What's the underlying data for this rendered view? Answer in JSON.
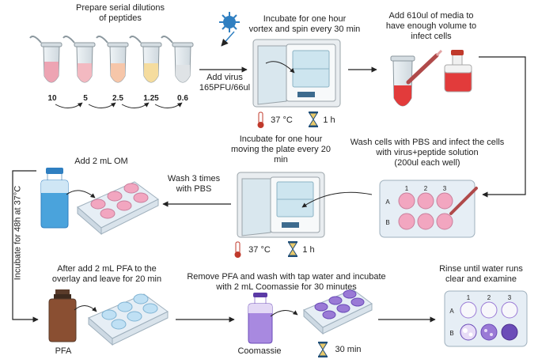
{
  "steps": {
    "dilutions": {
      "title_l1": "Prepare serial dilutions",
      "title_l2": "of peptides",
      "concentrations": [
        "10",
        "5",
        "2.5",
        "1.25",
        "0.6"
      ]
    },
    "virus": {
      "label_l1": "Add virus",
      "label_l2": "165PFU/66ul"
    },
    "incubate1": {
      "title_l1": "Incubate for one hour",
      "title_l2": "vortex and spin every 30 min",
      "temp": "37 °C",
      "time": "1 h"
    },
    "media": {
      "title_l1": "Add 610ul of media to",
      "title_l2": "have enough volume to",
      "title_l3": "infect cells"
    },
    "infect": {
      "title_l1": "Wash cells with PBS and infect the cells",
      "title_l2": "with virus+peptide solution",
      "title_l3": "(200ul each well)",
      "cols": [
        "1",
        "2",
        "3"
      ],
      "rows": [
        "A",
        "B"
      ]
    },
    "incubate2": {
      "title_l1": "Incubate for one hour",
      "title_l2": "moving the plate every 20",
      "title_l3": "min",
      "temp": "37 °C",
      "time": "1 h"
    },
    "wash": {
      "label_l1": "Wash 3 times",
      "label_l2": "with PBS"
    },
    "om": {
      "title": "Add 2 mL OM"
    },
    "incubate48": {
      "label": "Incubate for 48h at 37°C"
    },
    "pfa": {
      "title_l1": "After add 2 mL PFA to the",
      "title_l2": "overlay and leave for 20 min",
      "bottle": "PFA"
    },
    "coomassie": {
      "title_l1": "Remove PFA and wash with tap water and incubate",
      "title_l2": "with 2 mL Coomassie for 30 minutes",
      "bottle": "Coomassie",
      "time": "30 min"
    },
    "rinse": {
      "title_l1": "Rinse until water runs",
      "title_l2": "clear and examine",
      "cols": [
        "1",
        "2",
        "3"
      ],
      "rows": [
        "A",
        "B"
      ]
    }
  },
  "icons": [
    "virus-icon",
    "incubator-icon",
    "thermometer-icon",
    "hourglass-icon",
    "tube-icon",
    "flask-icon",
    "well-plate-icon",
    "bottle-icon",
    "pipette-icon"
  ],
  "colors": {
    "arrow": "#222222",
    "wells_pink": "#f2a6c0",
    "plate": "#e6eef5",
    "medium_red": "#e23b3b",
    "stain_purple": "#9a7ad6",
    "virus_blue": "#2f7fc1"
  }
}
